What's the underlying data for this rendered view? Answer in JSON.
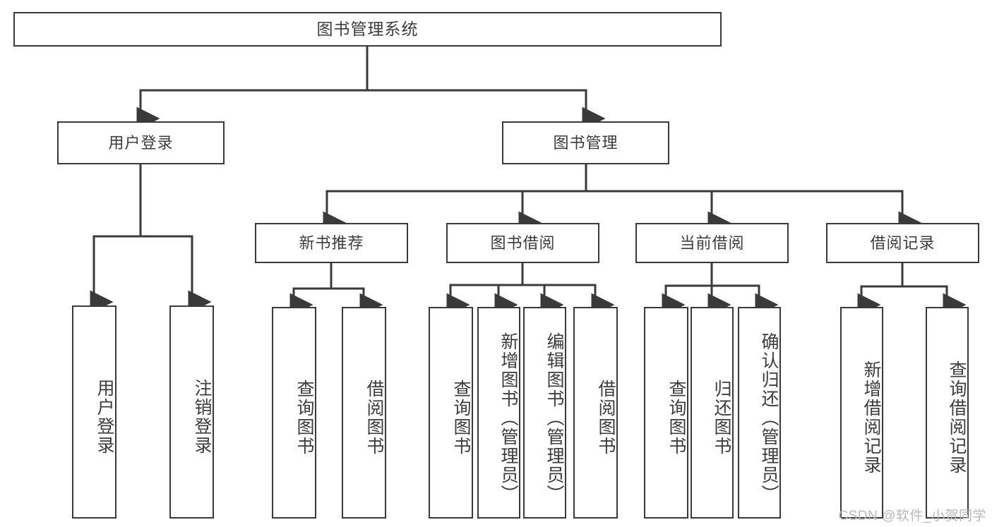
{
  "diagram": {
    "title": "图书管理系统",
    "type": "tree-hierarchy",
    "root": {
      "id": "root",
      "label": "图书管理系统"
    },
    "level1": [
      {
        "id": "user-login",
        "label": "用户登录"
      },
      {
        "id": "book-manage",
        "label": "图书管理"
      }
    ],
    "level2": [
      {
        "id": "new-book-rec",
        "label": "新书推荐",
        "parent": "book-manage"
      },
      {
        "id": "book-borrow",
        "label": "图书借阅",
        "parent": "book-manage"
      },
      {
        "id": "current-borrow",
        "label": "当前借阅",
        "parent": "book-manage"
      },
      {
        "id": "borrow-record",
        "label": "借阅记录",
        "parent": "book-manage"
      }
    ],
    "leaves": [
      {
        "id": "leaf-user-login",
        "label": "用户登录",
        "parent": "user-login"
      },
      {
        "id": "leaf-logout",
        "label": "注销登录",
        "parent": "user-login"
      },
      {
        "id": "leaf-query-book-1",
        "label": "查询图书",
        "parent": "new-book-rec"
      },
      {
        "id": "leaf-borrow-book-1",
        "label": "借阅图书",
        "parent": "new-book-rec"
      },
      {
        "id": "leaf-query-book-2",
        "label": "查询图书",
        "parent": "book-borrow"
      },
      {
        "id": "leaf-add-book",
        "label": "新增图书（管理员）",
        "parent": "book-borrow"
      },
      {
        "id": "leaf-edit-book",
        "label": "编辑图书（管理员）",
        "parent": "book-borrow"
      },
      {
        "id": "leaf-borrow-book-2",
        "label": "借阅图书",
        "parent": "book-borrow"
      },
      {
        "id": "leaf-query-book-3",
        "label": "查询图书",
        "parent": "current-borrow"
      },
      {
        "id": "leaf-return-book",
        "label": "归还图书",
        "parent": "current-borrow"
      },
      {
        "id": "leaf-confirm-return",
        "label": "确认归还（管理员）",
        "parent": "current-borrow"
      },
      {
        "id": "leaf-add-record",
        "label": "新增借阅记录",
        "parent": "borrow-record"
      },
      {
        "id": "leaf-query-record",
        "label": "查询借阅记录",
        "parent": "borrow-record"
      }
    ],
    "colors": {
      "stroke": "#3a3a3a",
      "fill": "#ffffff",
      "text": "#3c3c3c",
      "watermark": "#b9b9b9"
    }
  },
  "watermark": {
    "text": "CSDN @软件_小贺同学"
  }
}
